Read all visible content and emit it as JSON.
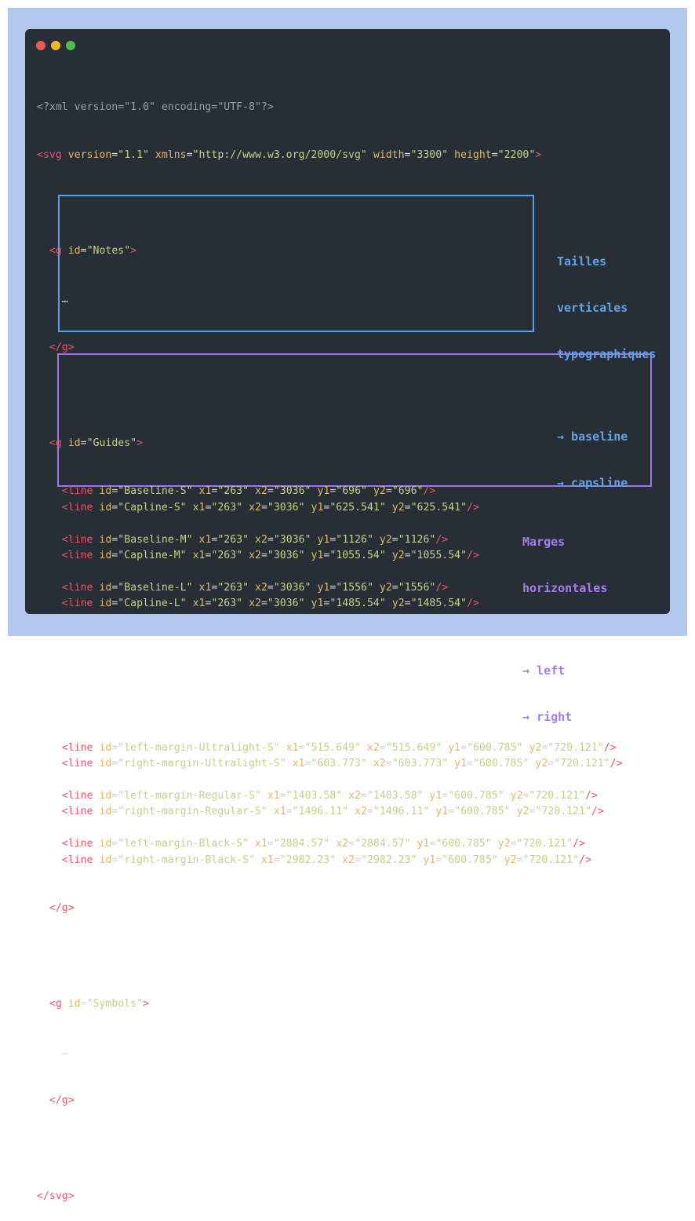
{
  "colors": {
    "frame_bg": "#b2c9ed",
    "editor_bg": "#282e36",
    "dot_red": "#ee5a52",
    "dot_yellow": "#f0b62e",
    "dot_green": "#4dc147",
    "tag": "#e4576c",
    "attr": "#e1b868",
    "string": "#c3d289",
    "punct": "#8fa2a8",
    "blue_accent": "#5f9fe3",
    "purple_accent": "#a074ef"
  },
  "window_controls": [
    "close",
    "minimize",
    "maximize"
  ],
  "code": {
    "xml_decl": {
      "open": "<?xml",
      "version_attr": "version",
      "version_val": "\"1.0\"",
      "encoding_attr": "encoding",
      "encoding_val": "\"UTF-8\"",
      "close": "?>"
    },
    "svg_open": {
      "tag": "<svg",
      "attrs": [
        {
          "name": "version",
          "value": "\"1.1\""
        },
        {
          "name": "xmlns",
          "value": "\"http://www.w3.org/2000/svg\""
        },
        {
          "name": "width",
          "value": "\"3300\""
        },
        {
          "name": "height",
          "value": "\"2200\""
        }
      ],
      "end": ">"
    },
    "g_tag": "<g",
    "g_close": "</g>",
    "id_attr": "id",
    "gt": ">",
    "ellipsis": "…",
    "groups": {
      "notes": "\"Notes\"",
      "guides": "\"Guides\"",
      "symbols": "\"Symbols\""
    },
    "line_tag": "<line",
    "self_close": "/>",
    "guides_lines": [
      {
        "id": "\"Baseline-S\"",
        "x1": "\"263\"",
        "x2": "\"3036\"",
        "y1": "\"696\"",
        "y2": "\"696\""
      },
      {
        "id": "\"Capline-S\"",
        "x1": "\"263\"",
        "x2": "\"3036\"",
        "y1": "\"625.541\"",
        "y2": "\"625.541\""
      },
      {
        "id": "\"Baseline-M\"",
        "x1": "\"263\"",
        "x2": "\"3036\"",
        "y1": "\"1126\"",
        "y2": "\"1126\""
      },
      {
        "id": "\"Capline-M\"",
        "x1": "\"263\"",
        "x2": "\"3036\"",
        "y1": "\"1055.54\"",
        "y2": "\"1055.54\""
      },
      {
        "id": "\"Baseline-L\"",
        "x1": "\"263\"",
        "x2": "\"3036\"",
        "y1": "\"1556\"",
        "y2": "\"1556\""
      },
      {
        "id": "\"Capline-L\"",
        "x1": "\"263\"",
        "x2": "\"3036\"",
        "y1": "\"1485.54\"",
        "y2": "\"1485.54\""
      }
    ],
    "margin_lines": [
      {
        "id": "\"left-margin-Ultralight-S\"",
        "x1": "\"515.649\"",
        "x2": "\"515.649\"",
        "y1": "\"600.785\"",
        "y2": "\"720.121\""
      },
      {
        "id": "\"right-margin-Ultralight-S\"",
        "x1": "\"603.773\"",
        "x2": "\"603.773\"",
        "y1": "\"600.785\"",
        "y2": "\"720.121\""
      },
      {
        "id": "\"left-margin-Regular-S\"",
        "x1": "\"1403.58\"",
        "x2": "\"1403.58\"",
        "y1": "\"600.785\"",
        "y2": "\"720.121\""
      },
      {
        "id": "\"right-margin-Regular-S\"",
        "x1": "\"1496.11\"",
        "x2": "\"1496.11\"",
        "y1": "\"600.785\"",
        "y2": "\"720.121\""
      },
      {
        "id": "\"left-margin-Black-S\"",
        "x1": "\"2884.57\"",
        "x2": "\"2884.57\"",
        "y1": "\"600.785\"",
        "y2": "\"720.121\""
      },
      {
        "id": "\"right-margin-Black-S\"",
        "x1": "\"2982.23\"",
        "x2": "\"2982.23\"",
        "y1": "\"600.785\"",
        "y2": "\"720.121\""
      }
    ],
    "svg_close": "</svg>"
  },
  "annotations": {
    "vertical": {
      "title_lines": [
        "Tailles",
        "verticales",
        "typographiques"
      ],
      "items": [
        "→ baseline",
        "→ capsline"
      ]
    },
    "horizontal": {
      "title_lines": [
        "Marges",
        "horizontales"
      ],
      "items": [
        "→ left",
        "→ right"
      ]
    }
  }
}
